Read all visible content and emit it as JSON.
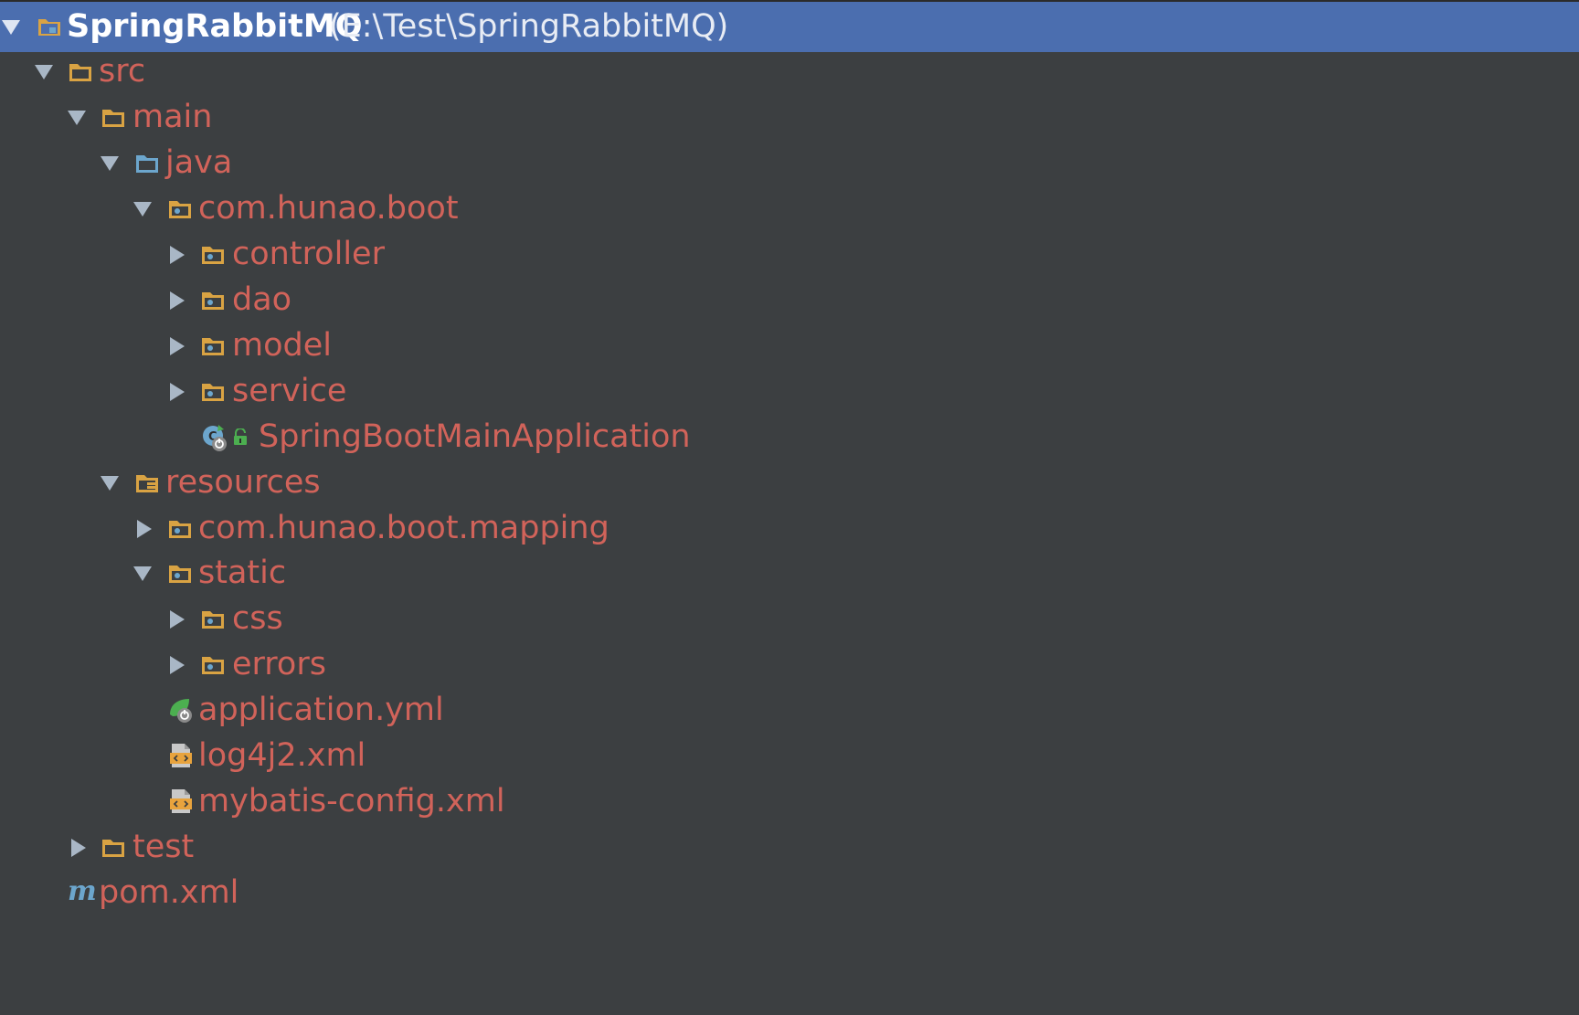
{
  "tree": {
    "project": {
      "name": "SpringRabbitMQ",
      "path": "(E:\\Test\\SpringRabbitMQ)"
    },
    "nodes": [
      {
        "label": "src",
        "icon": "folder-icon"
      },
      {
        "label": "main",
        "icon": "folder-icon"
      },
      {
        "label": "java",
        "icon": "source-folder-icon"
      },
      {
        "label": "com.hunao.boot",
        "icon": "package-icon"
      },
      {
        "label": "controller",
        "icon": "package-icon"
      },
      {
        "label": "dao",
        "icon": "package-icon"
      },
      {
        "label": "model",
        "icon": "package-icon"
      },
      {
        "label": "service",
        "icon": "package-icon"
      },
      {
        "label": "SpringBootMainApplication",
        "icon": "spring-boot-class-icon"
      },
      {
        "label": "resources",
        "icon": "resources-folder-icon"
      },
      {
        "label": "com.hunao.boot.mapping",
        "icon": "package-icon"
      },
      {
        "label": "static",
        "icon": "package-icon"
      },
      {
        "label": "css",
        "icon": "package-icon"
      },
      {
        "label": "errors",
        "icon": "package-icon"
      },
      {
        "label": "application.yml",
        "icon": "spring-config-icon"
      },
      {
        "label": "log4j2.xml",
        "icon": "xml-file-icon"
      },
      {
        "label": "mybatis-config.xml",
        "icon": "xml-file-icon"
      },
      {
        "label": "test",
        "icon": "folder-icon"
      },
      {
        "label": "pom.xml",
        "icon": "maven-icon"
      }
    ]
  },
  "colors": {
    "background": "#3c3f41",
    "selection": "#4b6eaf",
    "label": "#d1635a",
    "folder": "#d9a343",
    "source_folder": "#6ca6cd"
  }
}
